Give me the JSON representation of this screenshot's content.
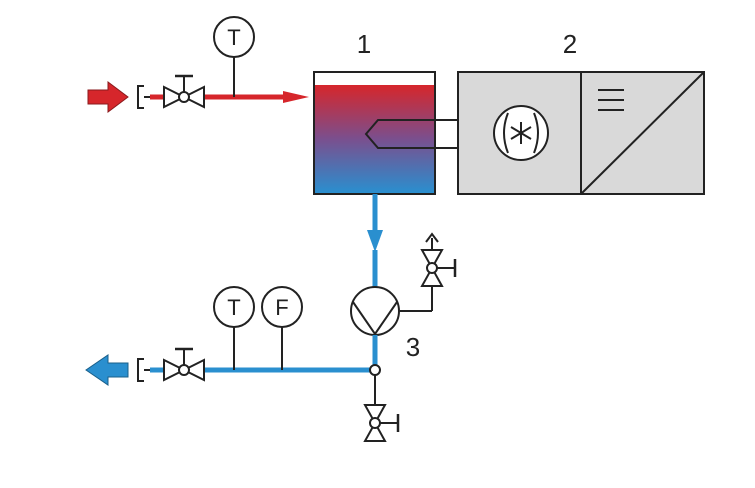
{
  "labels": {
    "tank": "1",
    "unit": "2",
    "pump": "3",
    "sensor_inlet_temp": "T",
    "sensor_outlet_temp": "T",
    "sensor_outlet_flow": "F"
  },
  "colors": {
    "hot": "#d6262b",
    "cold": "#2a8fcf",
    "line": "#222222",
    "unit_fill": "#d9d9d9"
  }
}
